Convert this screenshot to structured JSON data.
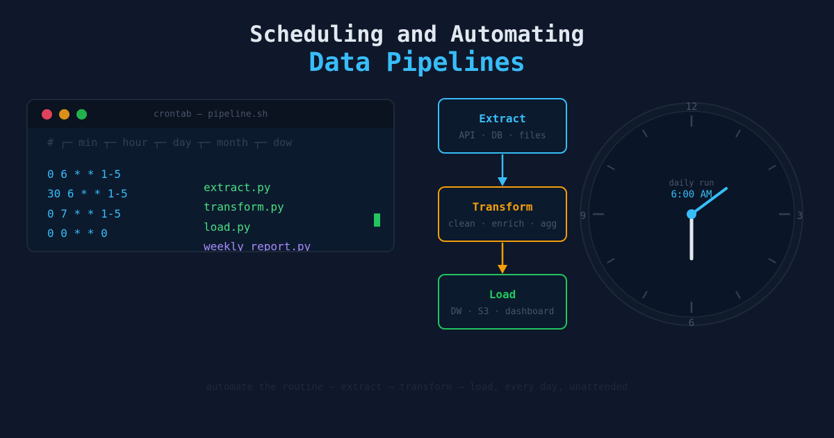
{
  "title": {
    "line1": "Scheduling and Automating",
    "line2": "Data Pipelines"
  },
  "terminal": {
    "window_title": "crontab — pipeline.sh",
    "header": "# ┌─ min ┬─ hour ┬─ day ┬─ month ┬─ dow",
    "rows": [
      {
        "schedule": "0 6 * * 1-5",
        "command": "extract.py"
      },
      {
        "schedule": "30 6 * * 1-5",
        "command": "transform.py"
      },
      {
        "schedule": "0 7 * * 1-5",
        "command": "load.py"
      },
      {
        "schedule": "0 0 * * 0",
        "command": "weekly_report.py"
      }
    ]
  },
  "pipeline": {
    "stages": [
      {
        "name": "Extract",
        "sources": "API · DB · files",
        "color": "#38bdf8"
      },
      {
        "name": "Transform",
        "sources": "clean · enrich · agg",
        "color": "#f59e0b"
      },
      {
        "name": "Load",
        "sources": "DW · S3 · dashboard",
        "color": "#22c55e"
      }
    ]
  },
  "clock": {
    "numerals": {
      "top": "12",
      "right": "3",
      "bottom": "6",
      "left": "9"
    },
    "caption": "daily run",
    "time": "6:00 AM",
    "hour_value": 6,
    "minute_value": 0
  },
  "footer": "automate the routine — extract → transform → load, every day, unattended"
}
